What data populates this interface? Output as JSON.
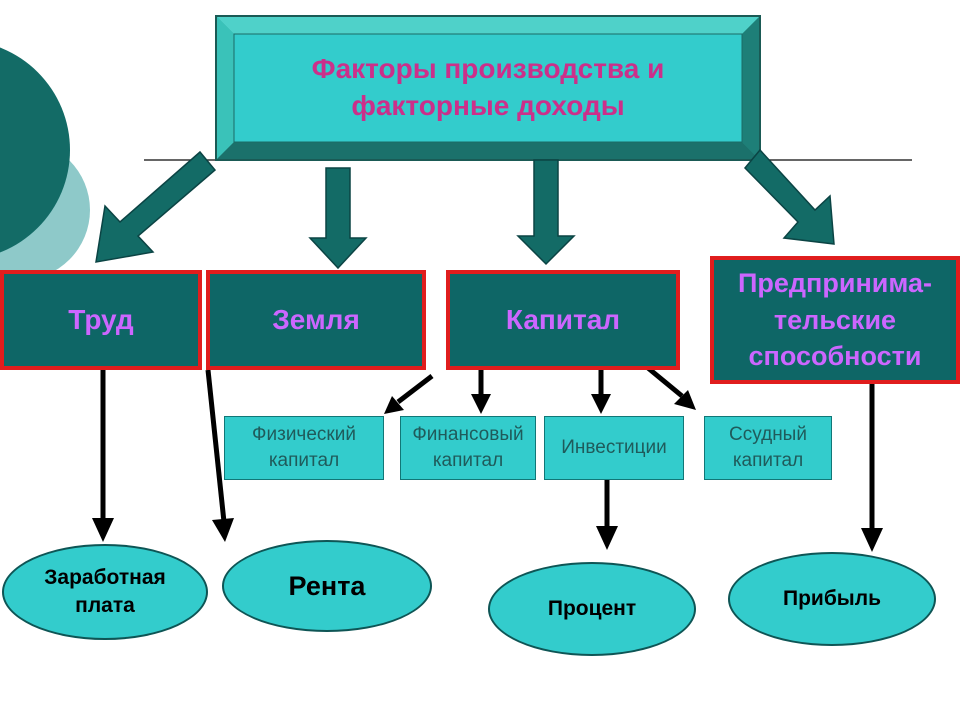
{
  "title": "Факторы производства и факторные доходы",
  "factors": [
    {
      "label": "Труд"
    },
    {
      "label": "Земля"
    },
    {
      "label": "Капитал"
    },
    {
      "label": "Предпринима-тельские способности"
    }
  ],
  "capital_forms": [
    {
      "label": "Физический капитал"
    },
    {
      "label": "Финансовый капитал"
    },
    {
      "label": "Инвестиции"
    },
    {
      "label": "Ссудный капитал"
    }
  ],
  "incomes": [
    {
      "label": "Заработная плата"
    },
    {
      "label": "Рента"
    },
    {
      "label": "Процент"
    },
    {
      "label": "Прибыль"
    }
  ],
  "colors": {
    "teal_dark": "#0e6666",
    "teal_light": "#33cccc",
    "title_text": "#cc2f8a",
    "factor_text": "#cc66ff",
    "border_red": "#e01d1d"
  }
}
